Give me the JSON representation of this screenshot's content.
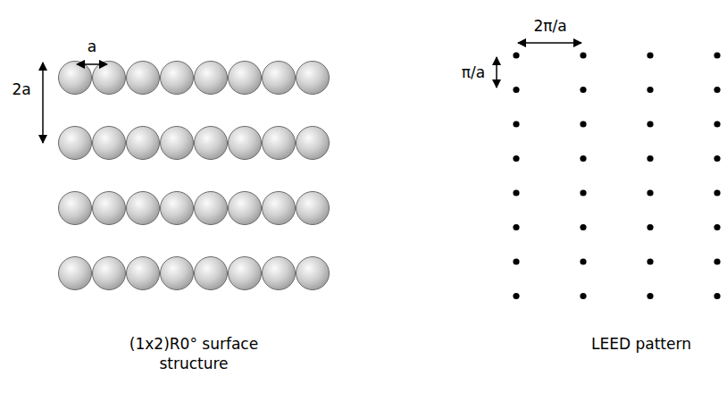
{
  "diagram": {
    "labels": [
      "a",
      "2a",
      "2π/a",
      "π/a",
      "(1x2)R0° surface structure",
      "LEED pattern"
    ]
  }
}
